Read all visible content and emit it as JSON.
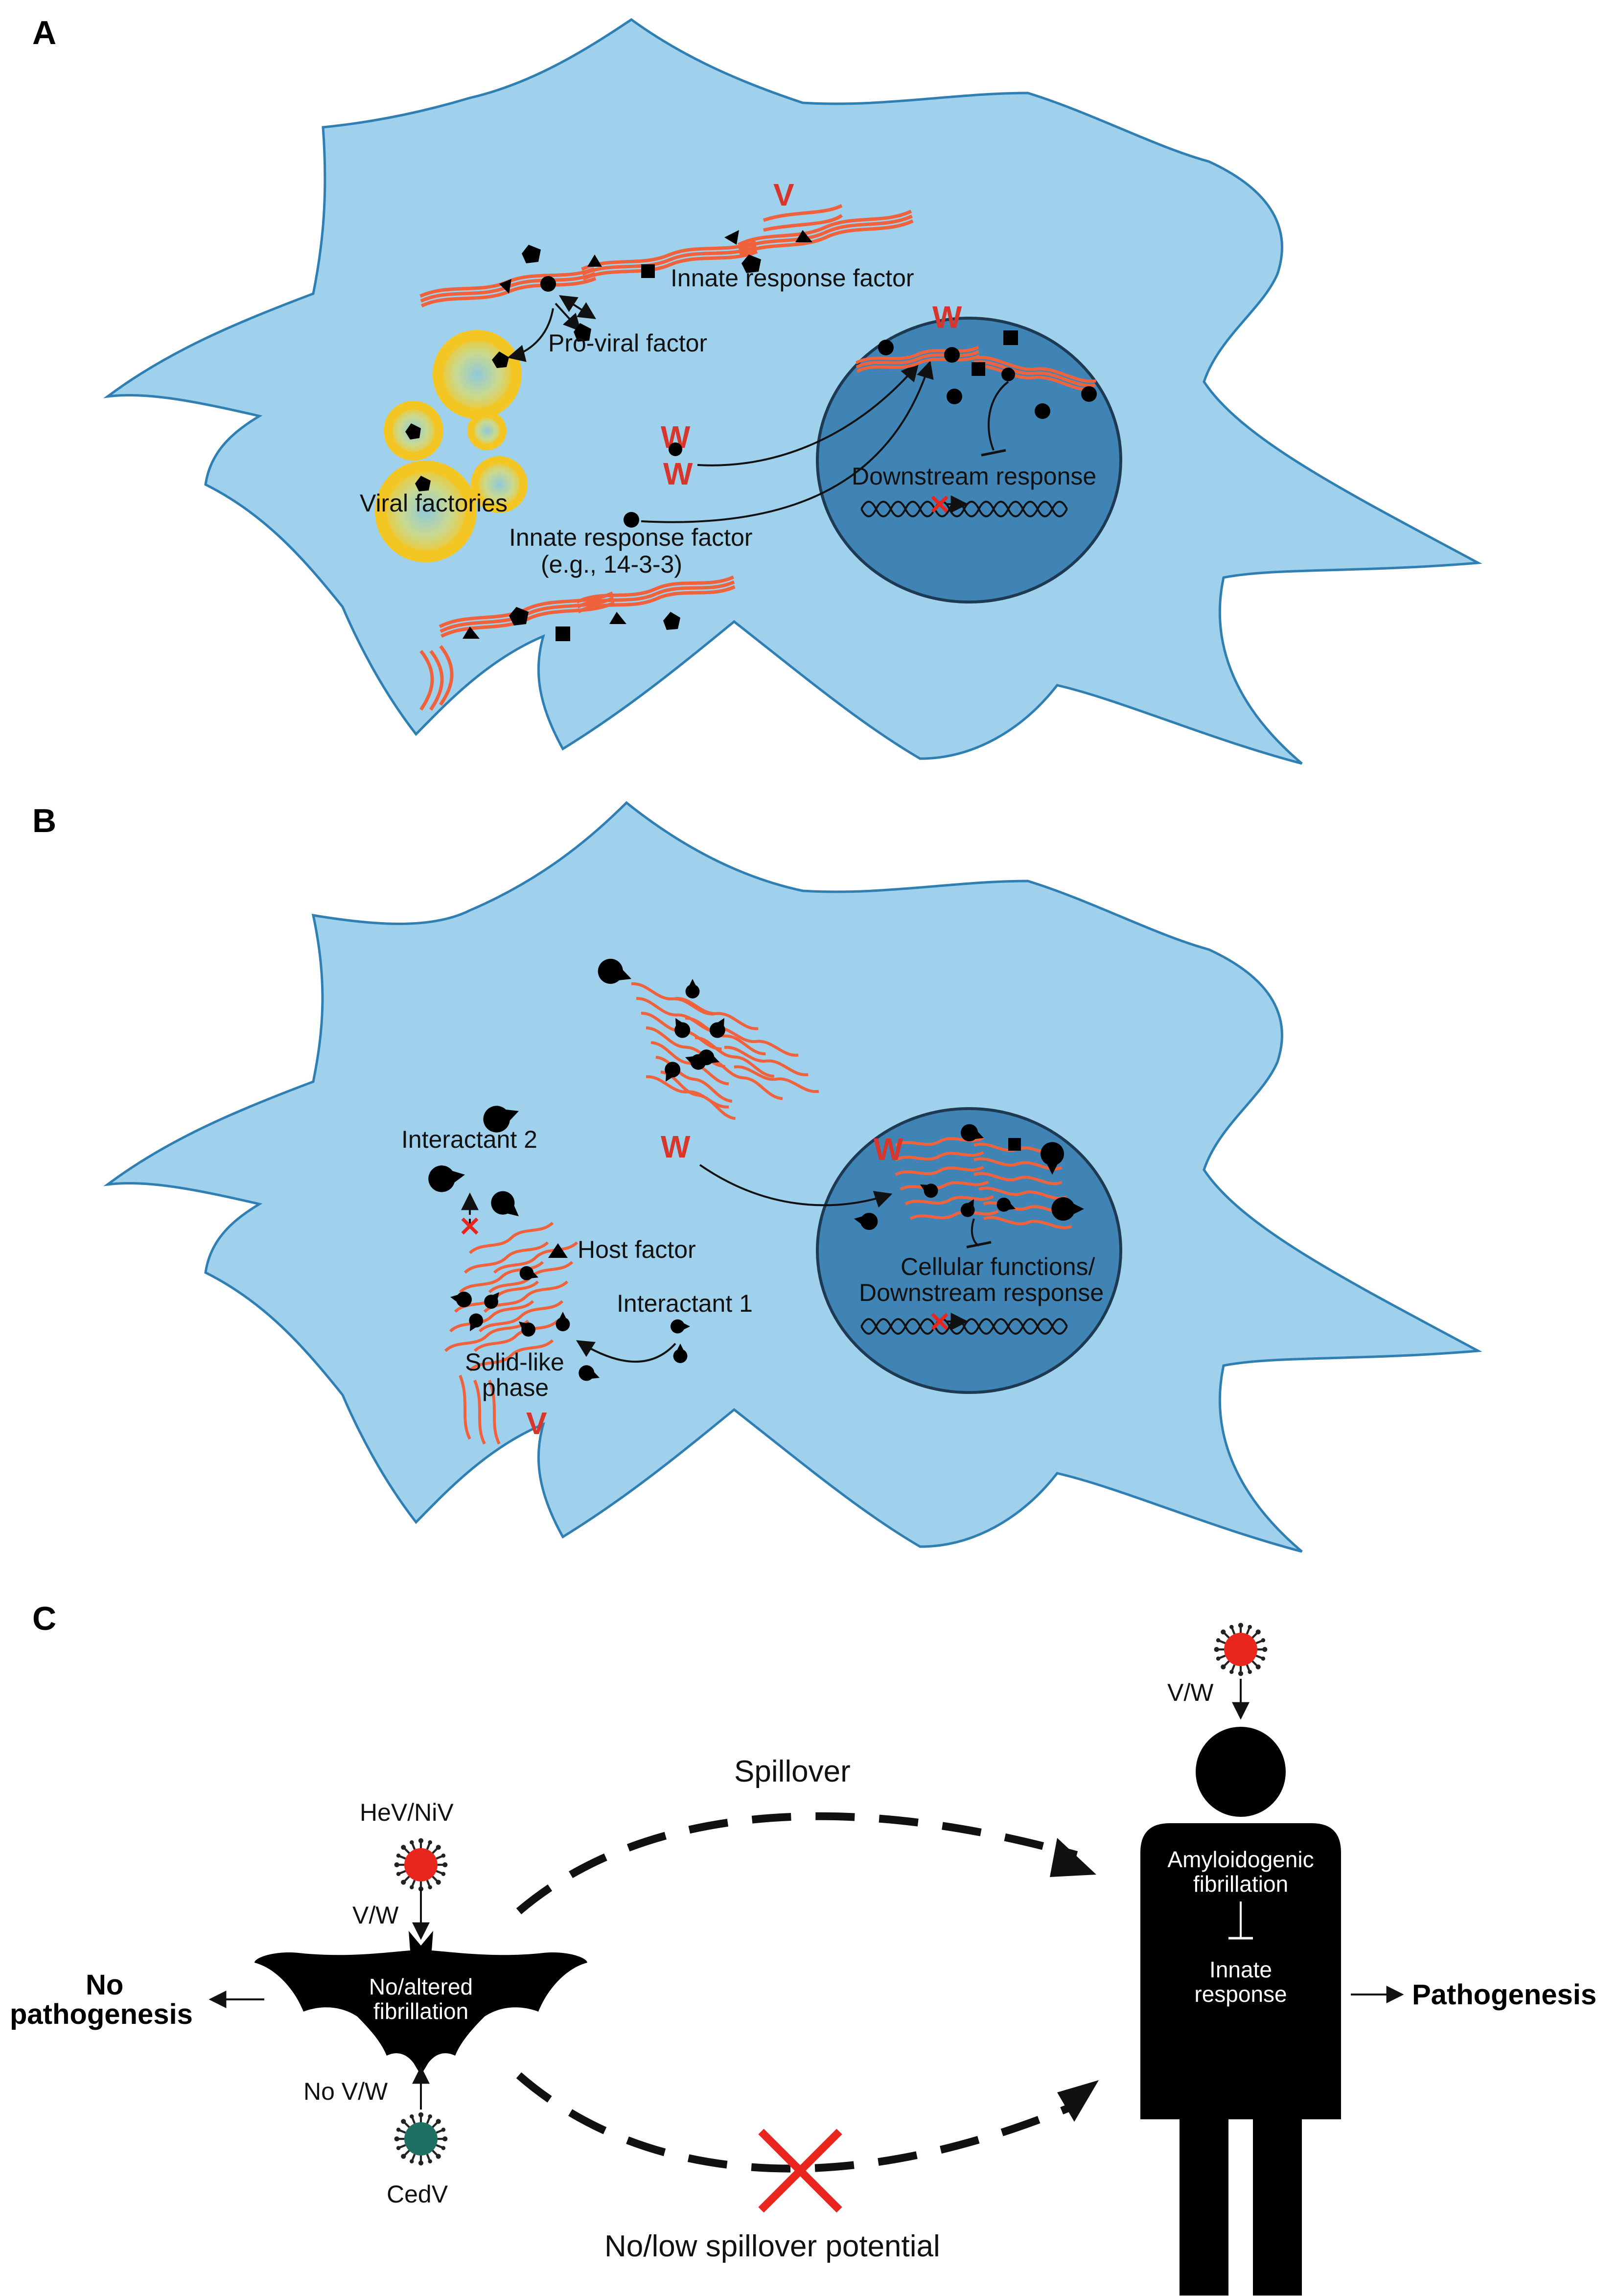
{
  "panels": {
    "a": "A",
    "b": "B",
    "c": "C"
  },
  "panel_a": {
    "v_label": "V",
    "w_cyto_1": "W",
    "w_cyto_2": "W",
    "w_nucleus": "W",
    "innate_response_factor_top": "Innate response factor",
    "pro_viral_factor": "Pro-viral factor",
    "viral_factories": "Viral factories",
    "innate_factor_line1": "Innate response factor",
    "innate_factor_line2": "(e.g., 14-3-3)",
    "downstream_response": "Downstream response"
  },
  "panel_b": {
    "interactant_2": "Interactant 2",
    "host_factor": "Host factor",
    "interactant_1": "Interactant 1",
    "solid_line1": "Solid-like",
    "solid_line2": "phase",
    "v_label": "V",
    "w_cyto": "W",
    "w_nucleus": "W",
    "cellular_line1": "Cellular functions/",
    "cellular_line2": "Downstream response"
  },
  "panel_c": {
    "hev_niv": "HeV/NiV",
    "vw_bat": "V/W",
    "no_vw": "No V/W",
    "cedv": "CedV",
    "bat_line1": "No/altered",
    "bat_line2": "fibrillation",
    "no_patho_line1": "No",
    "no_patho_line2": "pathogenesis",
    "spillover": "Spillover",
    "no_spillover": "No/low spillover potential",
    "vw_human": "V/W",
    "amyloid_line1": "Amyloidogenic",
    "amyloid_line2": "fibrillation",
    "innate_line1": "Innate",
    "innate_line2": "response",
    "pathogenesis": "Pathogenesis"
  },
  "colors": {
    "cell_fill": "#9fd1ec",
    "cell_stroke": "#2f7fb3",
    "nucleus_fill": "#3f84b4",
    "fibril": "#f0623c",
    "viral_factory": "#f3c623",
    "virus_red": "#e8261d",
    "virus_teal": "#1f6f63",
    "label_red": "#d6362b"
  },
  "icons": [
    "fibril-icon",
    "viral-factory-icon",
    "dna-icon",
    "virus-icon",
    "bat-icon",
    "human-icon",
    "cross-icon",
    "interactant-icon"
  ]
}
